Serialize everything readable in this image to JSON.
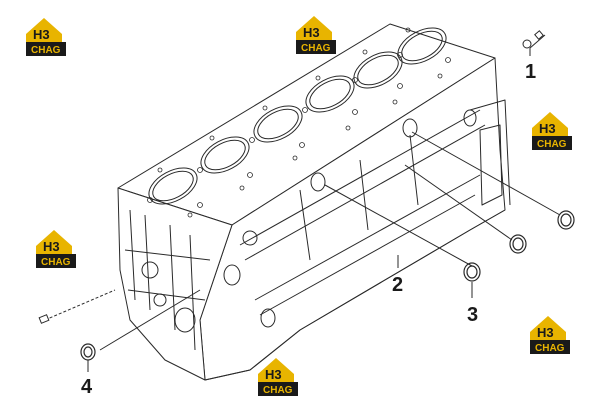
{
  "brand": {
    "logo_mark": "H3",
    "logo_word": "CHAG",
    "logo_color": "#e8b400",
    "logo_dark": "#1a1a1a"
  },
  "callouts": [
    {
      "id": "1",
      "label": "1"
    },
    {
      "id": "2",
      "label": "2"
    },
    {
      "id": "3",
      "label": "3"
    },
    {
      "id": "4",
      "label": "4"
    }
  ],
  "diagram": {
    "subject": "engine-cylinder-block",
    "line_color": "#2a2a2a"
  }
}
